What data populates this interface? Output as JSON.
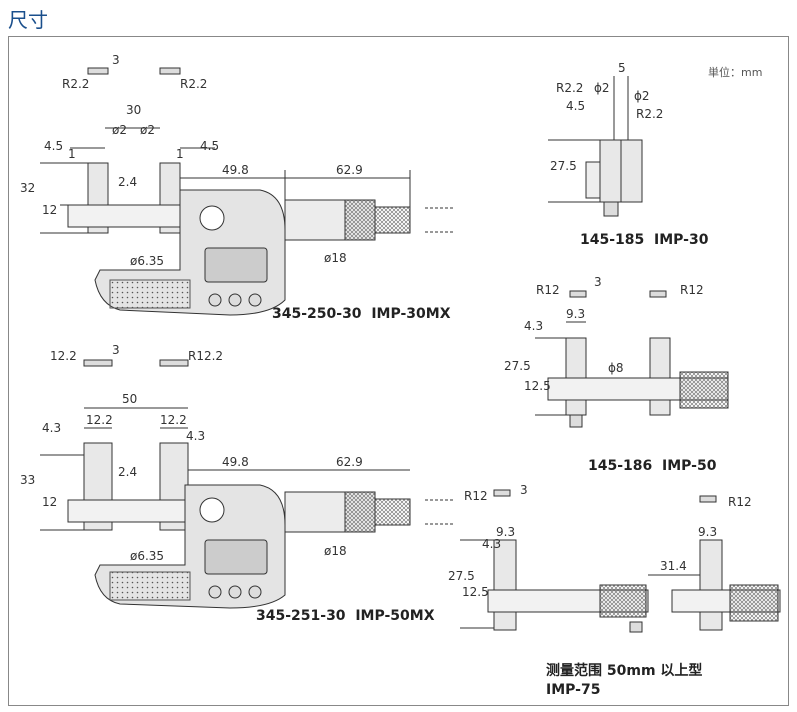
{
  "header": {
    "title": "尺寸"
  },
  "unit_note": "単位：mm",
  "models": [
    {
      "code": "345-250-30",
      "name": "IMP-30MX"
    },
    {
      "code": "345-251-30",
      "name": "IMP-50MX"
    },
    {
      "code": "145-185",
      "name": "IMP-30"
    },
    {
      "code": "145-186",
      "name": "IMP-50"
    },
    {
      "code": "测量范围 50mm 以上型",
      "name": "IMP-75"
    }
  ],
  "dims": {
    "d3": "3",
    "r22": "R2.2",
    "d30": "30",
    "phi2": "ø2",
    "d45": "4.5",
    "d1": "1",
    "d32": "32",
    "d12": "12",
    "d24": "2.4",
    "d498": "49.8",
    "d629": "62.9",
    "phi635": "ø6.35",
    "phi18": "ø18",
    "d122": "12.2",
    "r122": "R12.2",
    "d50": "50",
    "d43": "4.3",
    "d33": "33",
    "d5": "5",
    "phi2b": "ϕ2",
    "d275": "27.5",
    "r12": "R12",
    "d93": "9.3",
    "d125": "12.5",
    "phi8": "ϕ8",
    "d314": "31.4"
  }
}
